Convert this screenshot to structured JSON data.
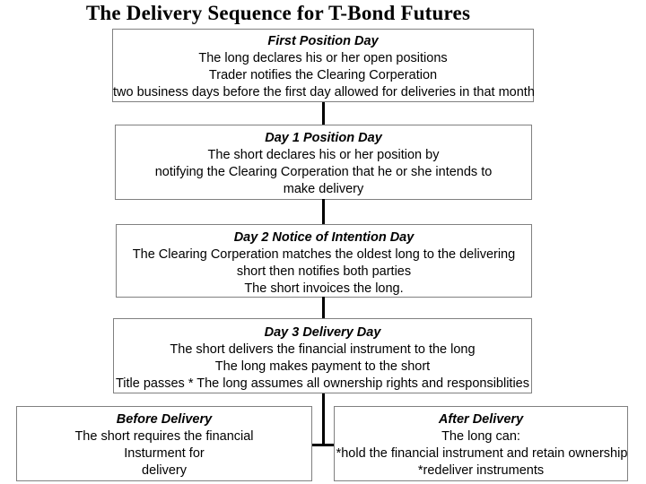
{
  "title": "The Delivery Sequence for T-Bond Futures",
  "diagram": {
    "type": "flowchart",
    "orientation": "top-to-bottom",
    "border_color": "#808080",
    "connector_color": "#000000",
    "background_color": "#ffffff",
    "nodes": [
      {
        "id": "first-position-day",
        "heading": "First Position Day",
        "lines": [
          "The long declares his or her open positions",
          "Trader notifies the Clearing Corperation",
          "two business days before the first day allowed for deliveries in that month"
        ]
      },
      {
        "id": "day-1-position-day",
        "heading": "Day 1 Position Day",
        "lines": [
          "The short declares his or her position by",
          "notifying the Clearing Corperation that he or she intends to",
          "make delivery"
        ]
      },
      {
        "id": "day-2-notice-of-intention-day",
        "heading": "Day 2 Notice of Intention Day",
        "lines": [
          "The Clearing Corperation matches the oldest long to the delivering",
          "short then notifies both parties",
          "The short invoices the long."
        ]
      },
      {
        "id": "day-3-delivery-day",
        "heading": "Day 3 Delivery Day",
        "lines": [
          "The short delivers the financial instrument to the long",
          "The long makes payment to the short",
          "Title passes * The long assumes all ownership rights and responsiblities"
        ]
      },
      {
        "id": "before-delivery",
        "heading": "Before Delivery",
        "lines": [
          "The short requires the financial",
          "Insturment for",
          "delivery"
        ]
      },
      {
        "id": "after-delivery",
        "heading": "After Delivery",
        "lines": [
          "The long can:",
          "*hold the financial instrument and retain ownership",
          "*redeliver instruments"
        ]
      }
    ]
  }
}
